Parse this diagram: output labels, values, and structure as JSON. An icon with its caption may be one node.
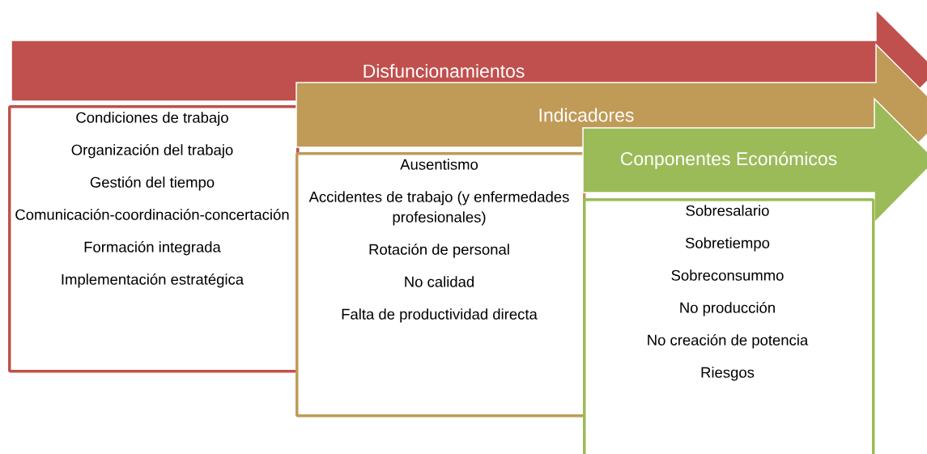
{
  "diagram": {
    "nodes": [
      {
        "text": [
          "Disfuncionamientos"
        ]
      },
      {
        "text": [
          "Condiciones de trabajo",
          "Organización del trabajo",
          "Gestión del tiempo",
          "Comunicación-coordinación-concertación",
          "Formación integrada",
          "Implementación estratégica"
        ]
      },
      {
        "text": [
          "Indicadores"
        ]
      },
      {
        "text": [
          "Ausentismo",
          "Accidentes de trabajo (y enfermedades profesionales)",
          "Rotación de personal",
          "No calidad",
          "Falta de productividad directa"
        ]
      },
      {
        "text": [
          "Conponentes Económicos"
        ]
      },
      {
        "text": [
          "Sobresalario",
          "Sobretiempo",
          "Sobreconsummo",
          "No producción",
          "No creación de potencia",
          "Riesgos"
        ]
      }
    ]
  }
}
